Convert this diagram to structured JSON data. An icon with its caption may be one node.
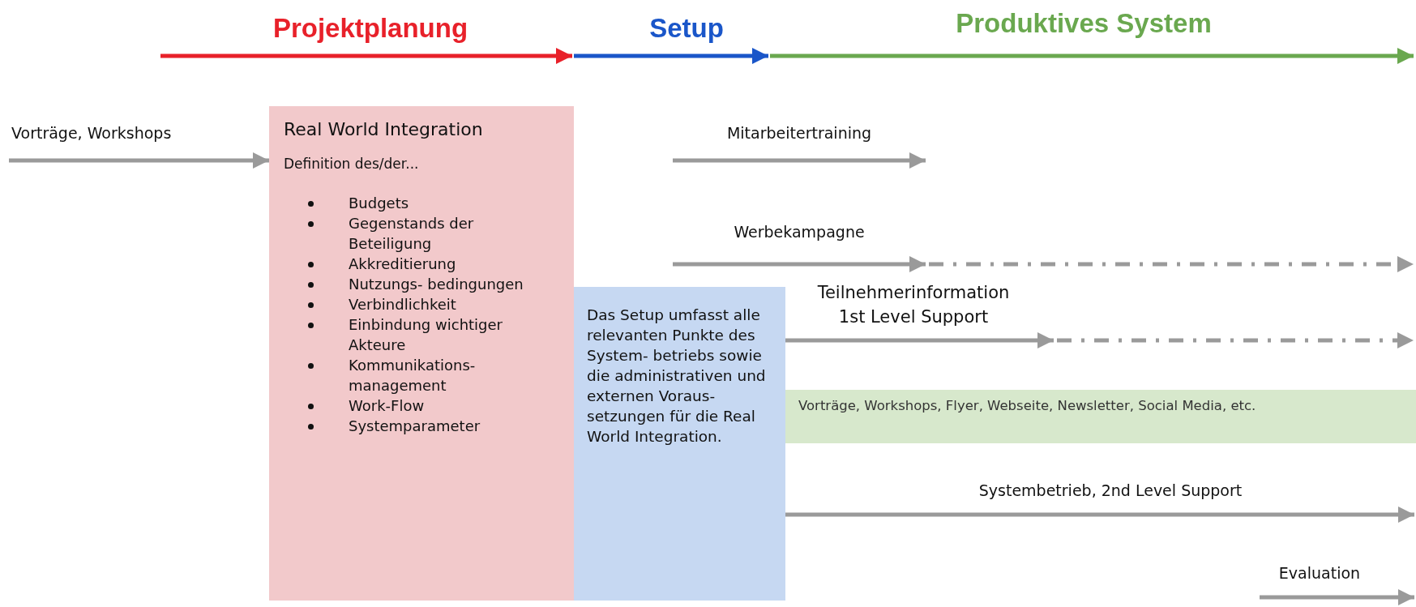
{
  "diagram": {
    "nodes": [
      {
        "text": [
          "Real World Integration",
          "Definition des/der...",
          "Budgets",
          "Gegenstands der Beteiligung",
          "Akkreditierung",
          "Nutzungs- bedingungen",
          "Verbindlichkeit",
          "Einbindung wichtiger Akteure",
          "Kommunikations- management",
          "Work-Flow",
          "Systemparameter"
        ]
      },
      {
        "text": [
          "Das Setup umfasst alle relevanten Punkte des System- betriebs sowie die administrativen und externen Voraus- setzungen für die Real World Integration."
        ]
      },
      {
        "text": [
          "Vorträge, Workshops, Flyer, Webseite, Newsletter, Social Media, etc."
        ]
      }
    ],
    "edges": [
      {
        "from": null,
        "to": 0,
        "arrow": "to",
        "label": "Vorträge, Workshops"
      },
      {
        "from": 1,
        "to": null,
        "arrow": "to",
        "label": "Teilnehmerinformation 1st Level Support"
      },
      {
        "from": 1,
        "to": null,
        "arrow": "to",
        "label": "Systembetrieb, 2nd Level Support"
      }
    ],
    "labels": [
      "Projektplanung",
      "Setup",
      "Produktives System",
      "Mitarbeitertraining",
      "Werbekampagne",
      "Evaluation"
    ]
  }
}
